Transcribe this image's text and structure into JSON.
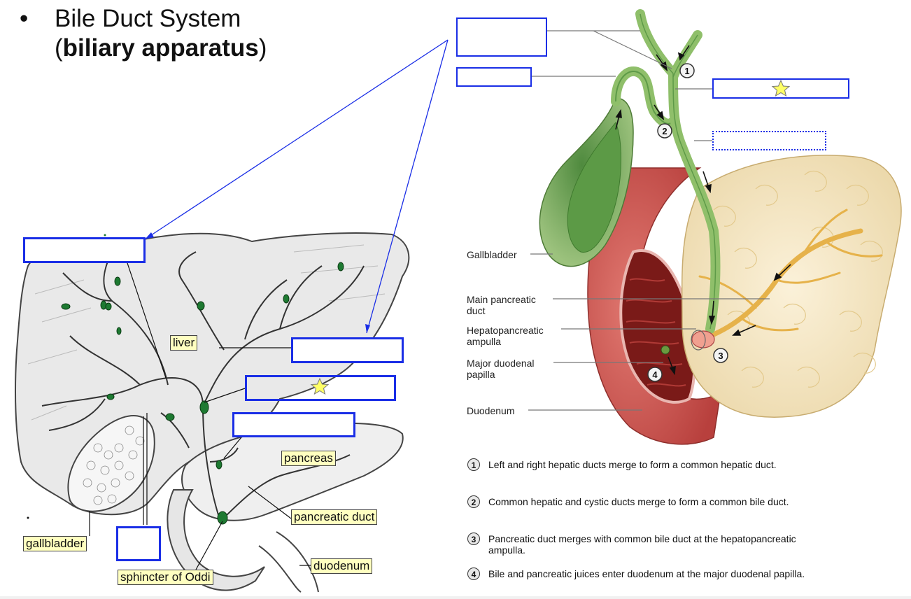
{
  "title": {
    "bullet": "•",
    "line1": "Bile Duct System",
    "line2_open": "(",
    "line2_bold": "biliary apparatus",
    "line2_close": ")"
  },
  "left_labels": {
    "liver": "liver",
    "pancreas": "pancreas",
    "pancreatic_duct": "pancreatic duct",
    "gallbladder": "gallbladder",
    "duodenum": "duodenum",
    "sphincter": "sphincter of Oddi"
  },
  "right_labels": {
    "gallbladder": "Gallbladder",
    "main_pancreatic_duct_1": "Main pancreatic",
    "main_pancreatic_duct_2": "duct",
    "hepatopancreatic_ampulla_1": "Hepatopancreatic",
    "hepatopancreatic_ampulla_2": "ampulla",
    "major_duodenal_papilla_1": "Major duodenal",
    "major_duodenal_papilla_2": "papilla",
    "duodenum": "Duodenum"
  },
  "markers": [
    "1",
    "2",
    "3",
    "4"
  ],
  "steps": [
    {
      "num": "1",
      "text": "Left and right hepatic ducts merge to form a common hepatic duct."
    },
    {
      "num": "2",
      "text": "Common hepatic and cystic ducts merge to form a common bile duct."
    },
    {
      "num": "3",
      "text": "Pancreatic duct merges with common bile duct at the hepatopancreatic",
      "text2": "ampulla."
    },
    {
      "num": "4",
      "text": "Bile and pancreatic juices enter duodenum at the major duodenal papilla."
    }
  ],
  "colors": {
    "blank_border": "#1a2ee6",
    "label_fill": "#ffffc0",
    "star": "#ffff66"
  }
}
